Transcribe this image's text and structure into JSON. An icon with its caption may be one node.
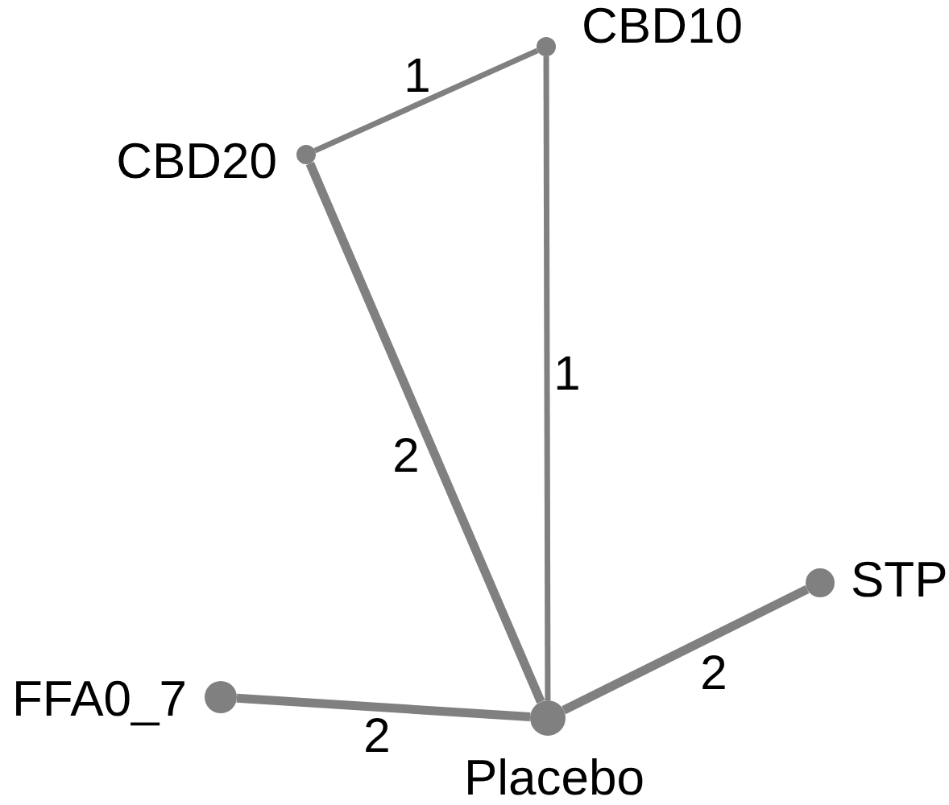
{
  "diagram": {
    "nodes": [
      {
        "text": [],
        "shape": "circle",
        "beside": [
          "CBD10"
        ]
      },
      {
        "text": [],
        "shape": "circle",
        "beside": [
          "CBD20"
        ]
      },
      {
        "text": [],
        "shape": "circle",
        "beside": [
          "STP"
        ]
      },
      {
        "text": [],
        "shape": "circle",
        "beside": [
          "FFA0_7"
        ]
      },
      {
        "text": [],
        "shape": "circle",
        "beside": [
          "Placebo"
        ]
      }
    ],
    "edges": [
      {
        "from": 1,
        "to": 0,
        "arrow": "none",
        "label": "1"
      },
      {
        "from": 0,
        "to": 4,
        "arrow": "none",
        "label": "1"
      },
      {
        "from": 1,
        "to": 4,
        "arrow": "none",
        "label": "2"
      },
      {
        "from": 4,
        "to": 2,
        "arrow": "none",
        "label": "2"
      },
      {
        "from": 3,
        "to": 4,
        "arrow": "none",
        "label": "2"
      }
    ]
  }
}
